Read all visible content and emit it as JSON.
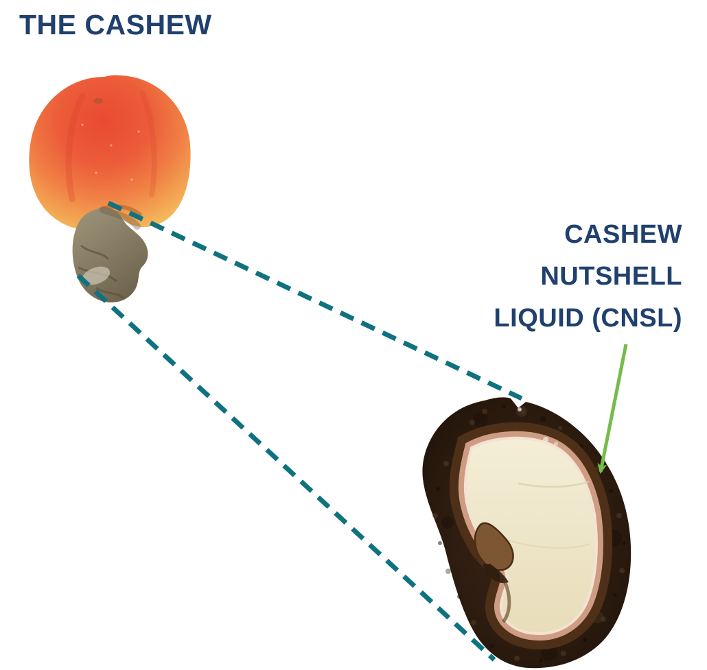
{
  "title": "THE CASHEW",
  "cnsl_label": {
    "lines": [
      "CASHEW",
      "NUTSHELL",
      "LIQUID (CNSL)"
    ]
  },
  "colors": {
    "background": "#FFFFFF",
    "heading_text": "#20406E",
    "label_text": "#20406E",
    "dashed_line": "#0F7280",
    "arrow_green": "#76BC4B"
  },
  "illustrations": {
    "cashew_apple": "Cashew apple with attached raw cashew nut",
    "nut_cross_section": "Cashew nut cross-section showing shell layers and kernel"
  }
}
